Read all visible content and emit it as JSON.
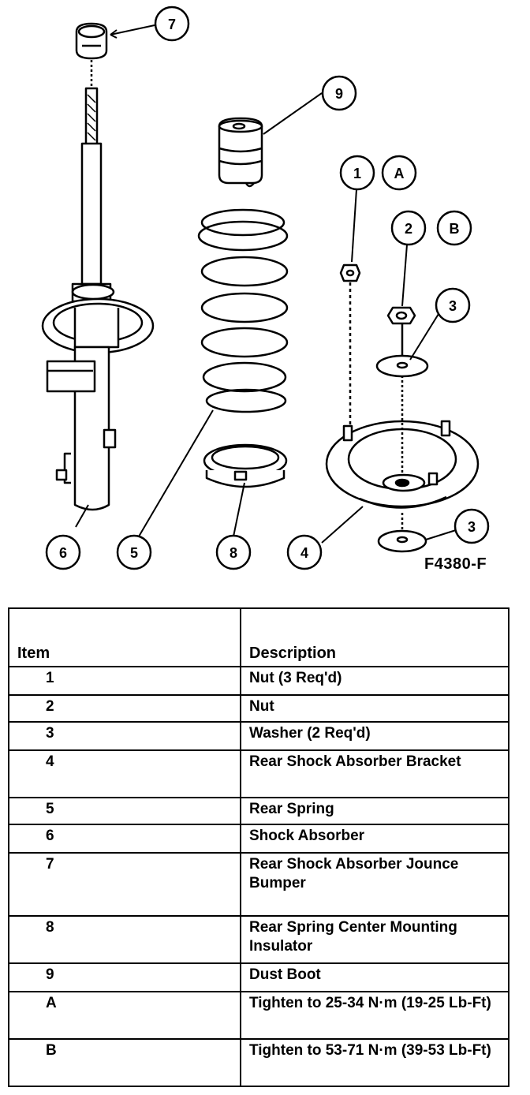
{
  "figure": {
    "code": "F4380-F",
    "callouts": {
      "c7": "7",
      "c9": "9",
      "c1": "1",
      "cA": "A",
      "c2": "2",
      "cB": "B",
      "c3a": "3",
      "c3b": "3",
      "c6": "6",
      "c5": "5",
      "c8": "8",
      "c4": "4"
    }
  },
  "table": {
    "headers": {
      "item": "Item",
      "description": "Description"
    },
    "rows": [
      {
        "item": "1",
        "description": "Nut (3 Req'd)"
      },
      {
        "item": "2",
        "description": "Nut"
      },
      {
        "item": "3",
        "description": "Washer (2 Req'd)"
      },
      {
        "item": "4",
        "description": "Rear Shock Absorber Bracket"
      },
      {
        "item": "5",
        "description": "Rear Spring"
      },
      {
        "item": "6",
        "description": "Shock Absorber"
      },
      {
        "item": "7",
        "description": "Rear Shock Absorber Jounce Bumper"
      },
      {
        "item": "8",
        "description": "Rear Spring Center Mounting Insulator"
      },
      {
        "item": "9",
        "description": "Dust Boot"
      },
      {
        "item": "A",
        "description": "Tighten to 25-34 N·m (19-25 Lb-Ft)"
      },
      {
        "item": "B",
        "description": "Tighten to 53-71 N·m (39-53 Lb-Ft)"
      }
    ]
  }
}
